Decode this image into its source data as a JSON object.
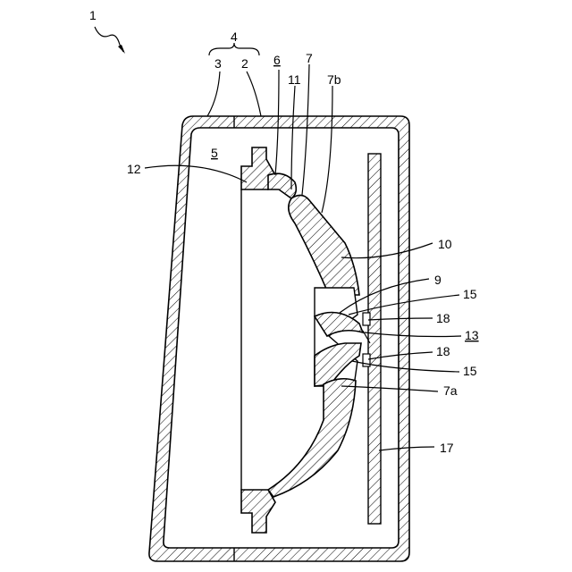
{
  "labels": {
    "device": "1",
    "enclosure_group": "4",
    "front_part": "3",
    "rear_part": "2",
    "interior_space": "5",
    "frame": "6",
    "diaphragm": "7",
    "diaphragm_outer": "7b",
    "edge_surface": "11",
    "gasket": "12",
    "diaphragm_section": "10",
    "center_part": "9",
    "spacer_upper": "15",
    "magnet_upper": "18",
    "voice_coil": "13",
    "magnet_lower": "18",
    "spacer_lower": "15",
    "diaphragm_inner": "7a",
    "board": "17"
  }
}
